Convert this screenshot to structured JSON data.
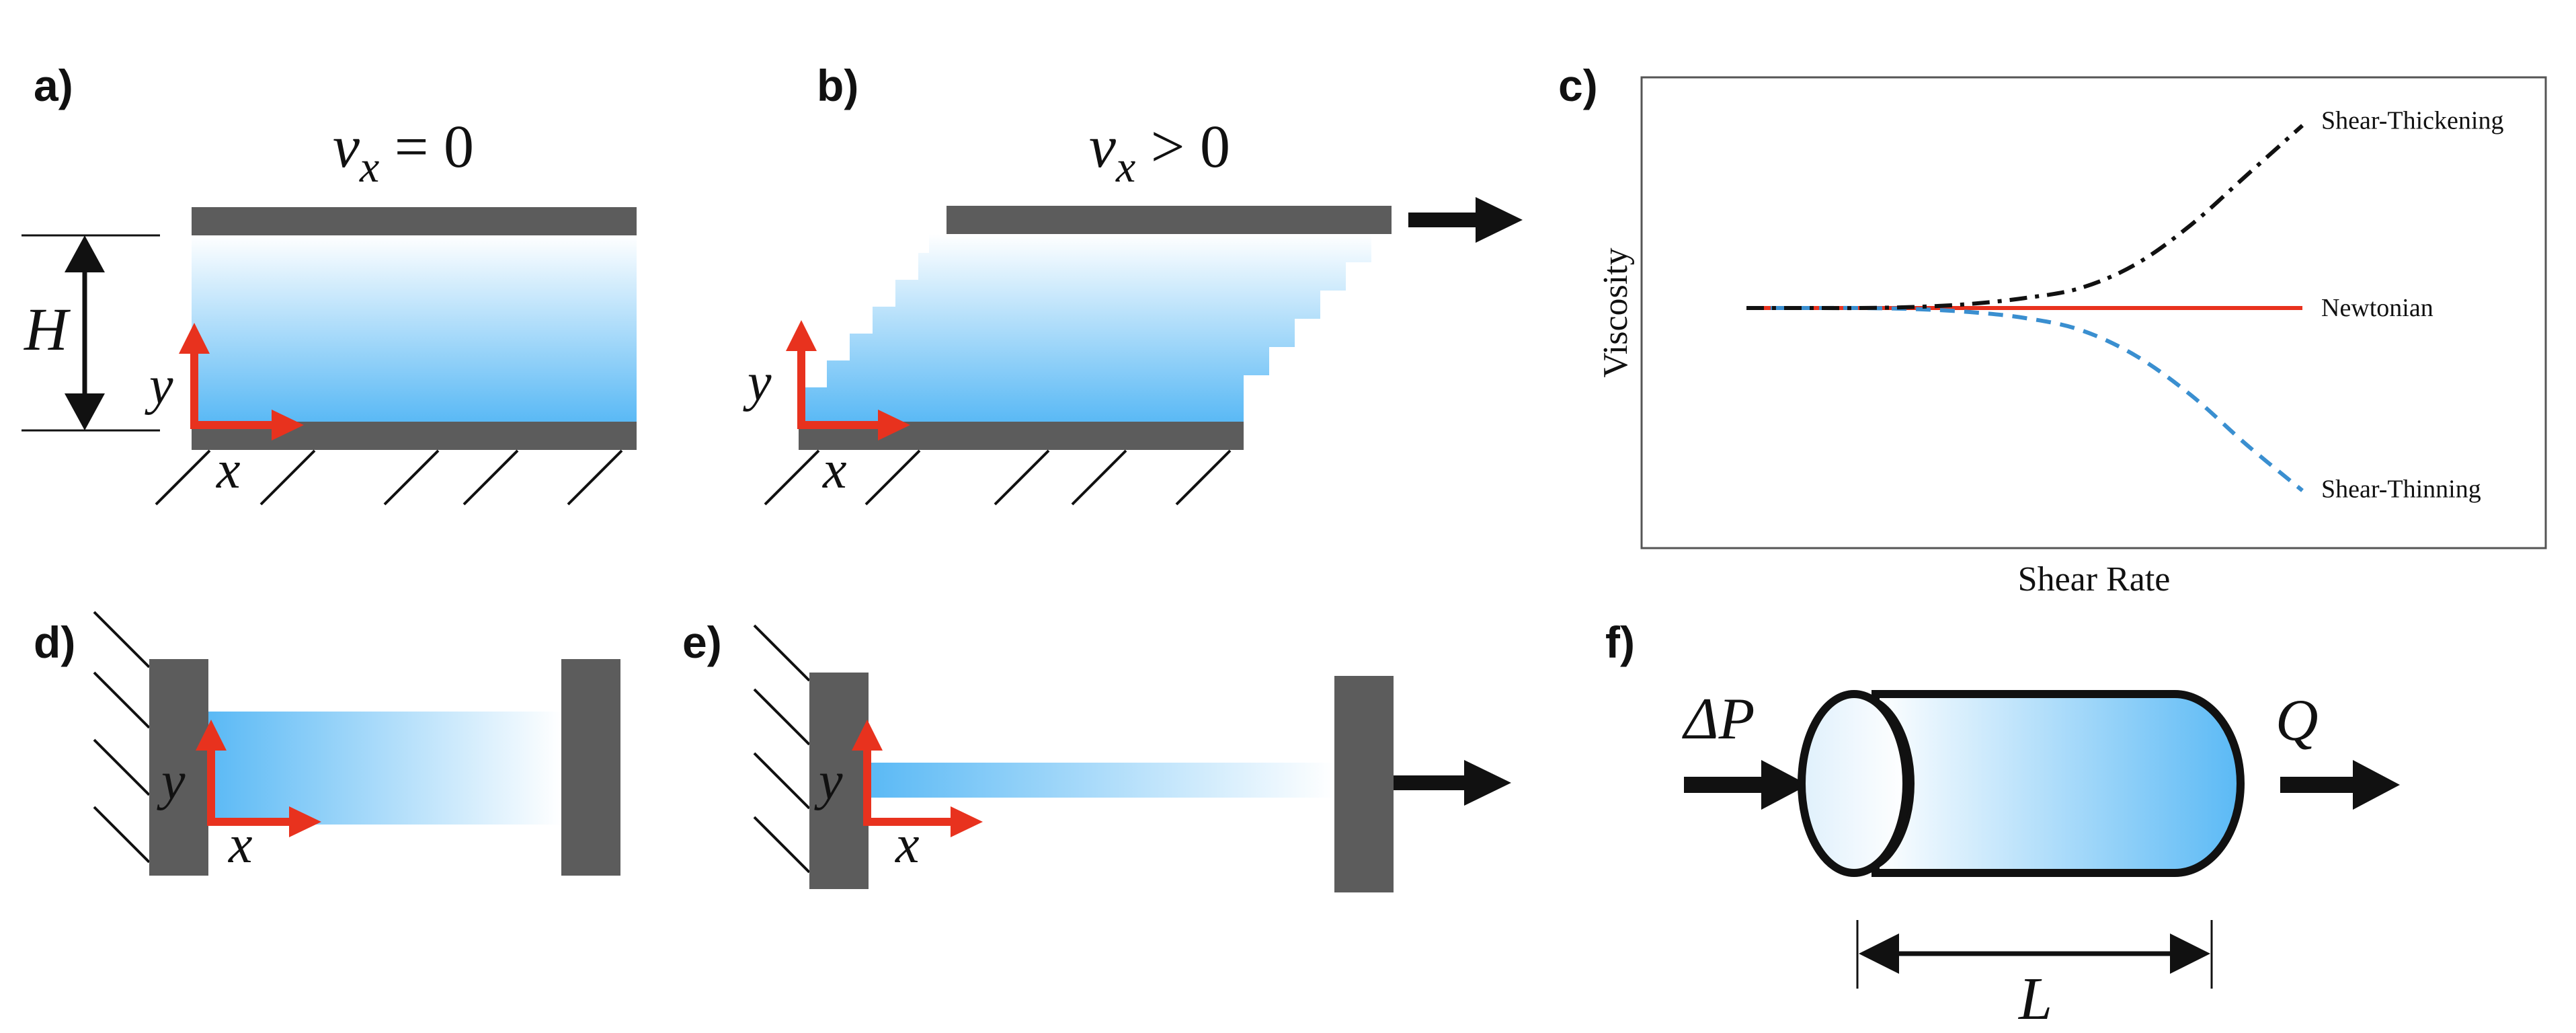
{
  "panels": {
    "a": {
      "letter": "a)",
      "velocity_var": "v",
      "velocity_sub": "x",
      "velocity_rel": " = 0",
      "height_label": "H",
      "x_label": "x",
      "y_label": "y"
    },
    "b": {
      "letter": "b)",
      "velocity_var": "v",
      "velocity_sub": "x",
      "velocity_rel": " > 0",
      "x_label": "x",
      "y_label": "y"
    },
    "c": {
      "letter": "c)"
    },
    "d": {
      "letter": "d)",
      "x_label": "x",
      "y_label": "y"
    },
    "e": {
      "letter": "e)",
      "x_label": "x",
      "y_label": "y"
    },
    "f": {
      "letter": "f)",
      "pressure_label": "ΔP",
      "flow_label": "Q",
      "length_label": "L"
    }
  },
  "colors": {
    "plate": "#5c5c5c",
    "fluid_dark": "#5ab9f5",
    "fluid_light": "#ffffff",
    "axis_arrow": "#e8321e",
    "newtonian": "#e8321e",
    "thickening": "#111111",
    "thinning": "#3a8fd0"
  },
  "chart_data": {
    "type": "line",
    "xlabel": "Shear Rate",
    "ylabel": "Viscosity",
    "grid": false,
    "axis_ticks": false,
    "x": [
      0,
      0.1,
      0.2,
      0.3,
      0.4,
      0.5,
      0.6,
      0.7,
      0.8,
      0.9,
      1.0
    ],
    "ylim": [
      -1,
      1
    ],
    "series": [
      {
        "name": "Shear-Thickening",
        "style": "dash-dot",
        "color": "#111111",
        "values": [
          0,
          0,
          0,
          0.005,
          0.02,
          0.05,
          0.1,
          0.22,
          0.42,
          0.67,
          0.92
        ]
      },
      {
        "name": "Newtonian",
        "style": "solid",
        "color": "#e8321e",
        "values": [
          0,
          0,
          0,
          0,
          0,
          0,
          0,
          0,
          0,
          0,
          0
        ]
      },
      {
        "name": "Shear-Thinning",
        "style": "dashed",
        "color": "#3a8fd0",
        "values": [
          0,
          0,
          0,
          -0.005,
          -0.02,
          -0.05,
          -0.11,
          -0.24,
          -0.44,
          -0.69,
          -0.92
        ]
      }
    ]
  }
}
